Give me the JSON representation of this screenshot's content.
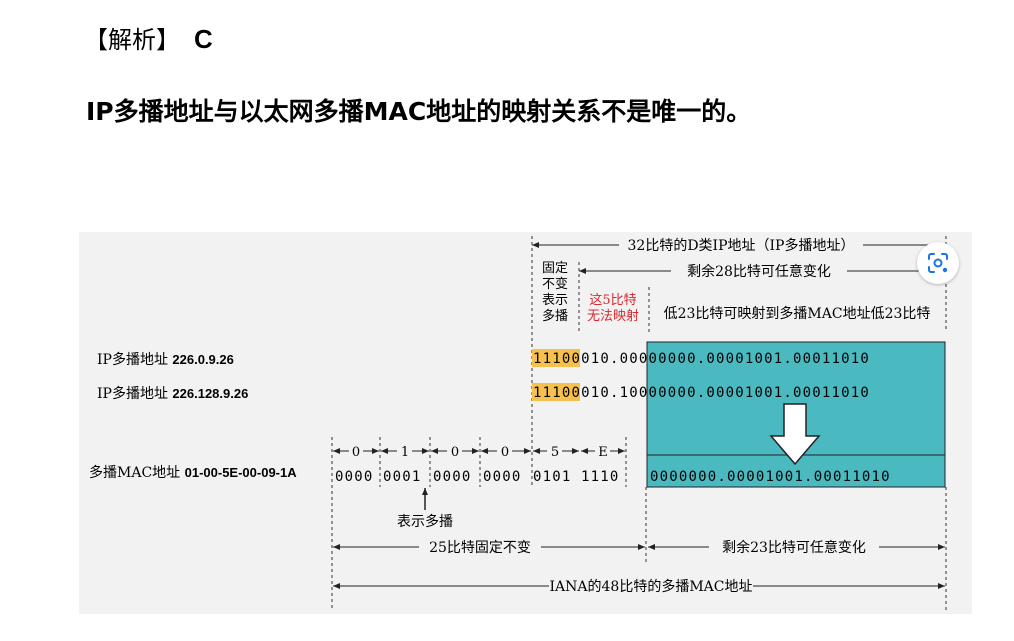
{
  "answer": {
    "prefix": "【解析】",
    "key": "C"
  },
  "headline": "IP多播地址与以太网多播MAC地址的映射关系不是唯一的。",
  "figure": {
    "top_span_label": "32比特的D类IP地址（IP多播地址）",
    "span28_label": "剩余28比特可任意变化",
    "fixed_label": [
      "固定",
      "不变",
      "表示",
      "多播"
    ],
    "unmapped_label": [
      "这5比特",
      "无法映射"
    ],
    "low23_label": "低23比特可映射到多播MAC地址低23比特",
    "ip1": {
      "label": "IP多播地址",
      "value": "226.0.9.26",
      "prefix": "1110",
      "mid": "0010.0",
      "tail": "0000000.00001001.00011010"
    },
    "ip2": {
      "label": "IP多播地址",
      "value": "226.128.9.26",
      "prefix": "1110",
      "mid": "0010.1",
      "tail": "0000000.00001001.00011010"
    },
    "mac": {
      "label": "多播MAC地址",
      "value": "01-00-5E-00-09-1A",
      "nibbles": [
        "0000",
        "0001",
        "0000",
        "0000",
        "0101",
        "1110"
      ],
      "hex_digits": [
        "0",
        "1",
        "0",
        "0",
        "5",
        "E"
      ],
      "tail": "0000000.00001001.00011010"
    },
    "multicast_bit_label": "表示多播",
    "fixed25_label": "25比特固定不变",
    "span23_label": "剩余23比特可任意变化",
    "iana_label": "IANA的48比特的多播MAC地址",
    "colors": {
      "teal": "#4bb9c0",
      "orange": "#f5c04b",
      "red": "#d9282f"
    }
  },
  "icons": {
    "lens": "lens-search-icon"
  }
}
